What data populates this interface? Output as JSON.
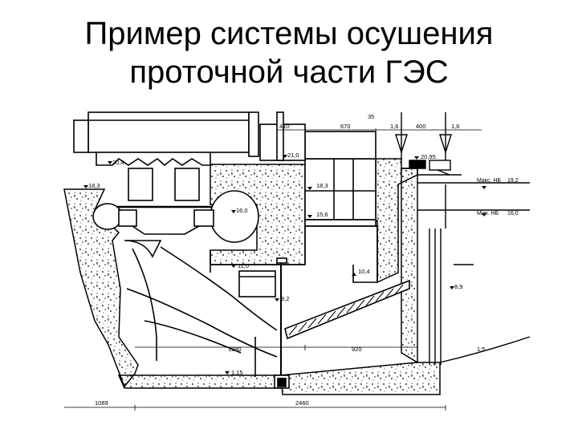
{
  "title": {
    "line1": "Пример системы осушения",
    "line2": "проточной части ГЭС"
  },
  "levels": {
    "l1": "20,4",
    "l2": "18,3",
    "l3": "16,0",
    "l4": "21,0",
    "l5": "18,3",
    "l6": "15,6",
    "l7": "11,0",
    "l8": "10,4",
    "l9": "9,2",
    "l10": "8,9",
    "l11": "1,15",
    "l12": "20,95"
  },
  "dims": {
    "d1": "410",
    "d2": "670",
    "d3": "35",
    "d4": "1,6",
    "d5": "400",
    "d6": "1,6",
    "d7": "1280",
    "d8": "920",
    "d9": "1089",
    "d10": "2460",
    "d11": "1:5"
  },
  "water": {
    "max_label": "Макс. НБ",
    "max_value": "19,2",
    "min_label": "Мин. НБ",
    "min_value": "16,0"
  }
}
